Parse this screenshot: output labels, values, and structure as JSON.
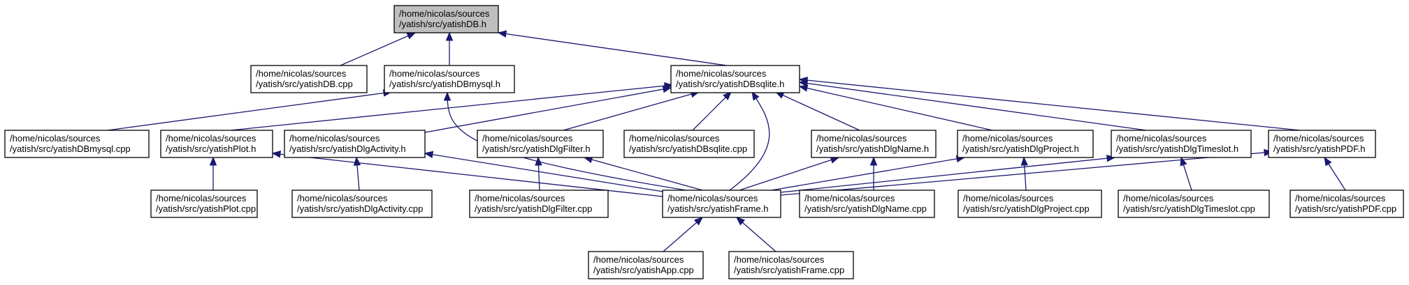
{
  "graph": {
    "nodes": [
      {
        "id": "db_h",
        "line1": "/home/nicolas/sources",
        "line2": "/yatish/src/yatishDB.h",
        "root": true
      },
      {
        "id": "db_cpp",
        "line1": "/home/nicolas/sources",
        "line2": "/yatish/src/yatishDB.cpp"
      },
      {
        "id": "mysql_h",
        "line1": "/home/nicolas/sources",
        "line2": "/yatish/src/yatishDBmysql.h"
      },
      {
        "id": "sqlite_h",
        "line1": "/home/nicolas/sources",
        "line2": "/yatish/src/yatishDBsqlite.h"
      },
      {
        "id": "mysql_cpp",
        "line1": "/home/nicolas/sources",
        "line2": "/yatish/src/yatishDBmysql.cpp"
      },
      {
        "id": "plot_h",
        "line1": "/home/nicolas/sources",
        "line2": "/yatish/src/yatishPlot.h"
      },
      {
        "id": "act_h",
        "line1": "/home/nicolas/sources",
        "line2": "/yatish/src/yatishDlgActivity.h"
      },
      {
        "id": "filter_h",
        "line1": "/home/nicolas/sources",
        "line2": "/yatish/src/yatishDlgFilter.h"
      },
      {
        "id": "sqlite_cpp",
        "line1": "/home/nicolas/sources",
        "line2": "/yatish/src/yatishDBsqlite.cpp"
      },
      {
        "id": "name_h",
        "line1": "/home/nicolas/sources",
        "line2": "/yatish/src/yatishDlgName.h"
      },
      {
        "id": "project_h",
        "line1": "/home/nicolas/sources",
        "line2": "/yatish/src/yatishDlgProject.h"
      },
      {
        "id": "timeslot_h",
        "line1": "/home/nicolas/sources",
        "line2": "/yatish/src/yatishDlgTimeslot.h"
      },
      {
        "id": "pdf_h",
        "line1": "/home/nicolas/sources",
        "line2": "/yatish/src/yatishPDF.h"
      },
      {
        "id": "plot_cpp",
        "line1": "/home/nicolas/sources",
        "line2": "/yatish/src/yatishPlot.cpp"
      },
      {
        "id": "act_cpp",
        "line1": "/home/nicolas/sources",
        "line2": "/yatish/src/yatishDlgActivity.cpp"
      },
      {
        "id": "filter_cpp",
        "line1": "/home/nicolas/sources",
        "line2": "/yatish/src/yatishDlgFilter.cpp"
      },
      {
        "id": "frame_h",
        "line1": "/home/nicolas/sources",
        "line2": "/yatish/src/yatishFrame.h"
      },
      {
        "id": "name_cpp",
        "line1": "/home/nicolas/sources",
        "line2": "/yatish/src/yatishDlgName.cpp"
      },
      {
        "id": "project_cpp",
        "line1": "/home/nicolas/sources",
        "line2": "/yatish/src/yatishDlgProject.cpp"
      },
      {
        "id": "timeslot_cpp",
        "line1": "/home/nicolas/sources",
        "line2": "/yatish/src/yatishDlgTimeslot.cpp"
      },
      {
        "id": "pdf_cpp",
        "line1": "/home/nicolas/sources",
        "line2": "/yatish/src/yatishPDF.cpp"
      },
      {
        "id": "app_cpp",
        "line1": "/home/nicolas/sources",
        "line2": "/yatish/src/yatishApp.cpp"
      },
      {
        "id": "frame_cpp",
        "line1": "/home/nicolas/sources",
        "line2": "/yatish/src/yatishFrame.cpp"
      }
    ],
    "edges": [
      {
        "from": "db_cpp",
        "to": "db_h"
      },
      {
        "from": "mysql_h",
        "to": "db_h"
      },
      {
        "from": "sqlite_h",
        "to": "db_h"
      },
      {
        "from": "mysql_cpp",
        "to": "mysql_h"
      },
      {
        "from": "frame_h",
        "to": "mysql_h"
      },
      {
        "from": "plot_h",
        "to": "sqlite_h"
      },
      {
        "from": "act_h",
        "to": "sqlite_h"
      },
      {
        "from": "filter_h",
        "to": "sqlite_h"
      },
      {
        "from": "sqlite_cpp",
        "to": "sqlite_h"
      },
      {
        "from": "frame_h",
        "to": "sqlite_h"
      },
      {
        "from": "name_h",
        "to": "sqlite_h"
      },
      {
        "from": "project_h",
        "to": "sqlite_h"
      },
      {
        "from": "timeslot_h",
        "to": "sqlite_h"
      },
      {
        "from": "pdf_h",
        "to": "sqlite_h"
      },
      {
        "from": "plot_cpp",
        "to": "plot_h"
      },
      {
        "from": "frame_h",
        "to": "plot_h"
      },
      {
        "from": "act_cpp",
        "to": "act_h"
      },
      {
        "from": "frame_h",
        "to": "act_h"
      },
      {
        "from": "filter_cpp",
        "to": "filter_h"
      },
      {
        "from": "frame_h",
        "to": "filter_h"
      },
      {
        "from": "frame_h",
        "to": "name_h"
      },
      {
        "from": "name_cpp",
        "to": "name_h"
      },
      {
        "from": "frame_h",
        "to": "project_h"
      },
      {
        "from": "project_cpp",
        "to": "project_h"
      },
      {
        "from": "frame_h",
        "to": "timeslot_h"
      },
      {
        "from": "timeslot_cpp",
        "to": "timeslot_h"
      },
      {
        "from": "frame_h",
        "to": "pdf_h"
      },
      {
        "from": "pdf_cpp",
        "to": "pdf_h"
      },
      {
        "from": "app_cpp",
        "to": "frame_h"
      },
      {
        "from": "frame_cpp",
        "to": "frame_h"
      }
    ]
  }
}
